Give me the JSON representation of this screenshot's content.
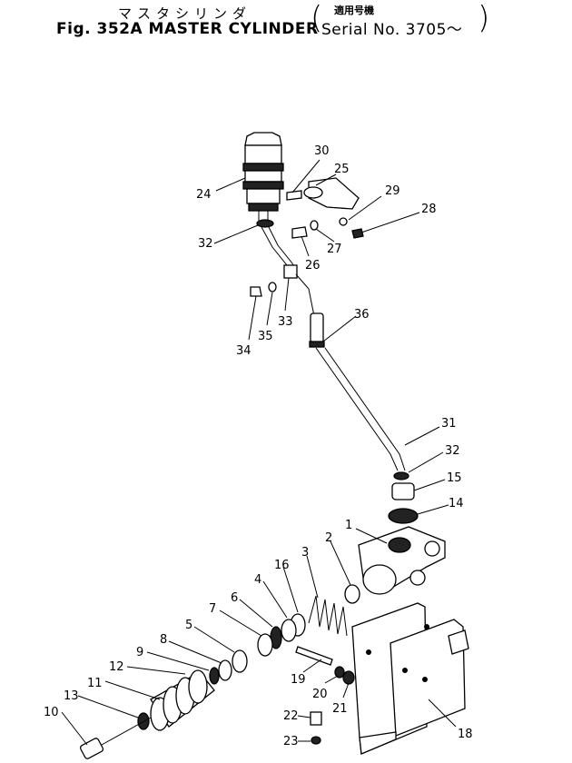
{
  "title": {
    "japanese": "マスタシリンダ",
    "english": "Fig. 352A MASTER CYLINDER",
    "serial_jp": "適用号機",
    "serial": "Serial No. 3705～"
  },
  "callouts": [
    "1",
    "2",
    "3",
    "4",
    "5",
    "6",
    "7",
    "8",
    "9",
    "10",
    "11",
    "12",
    "13",
    "14",
    "15",
    "16",
    "18",
    "19",
    "20",
    "21",
    "22",
    "23",
    "24",
    "25",
    "26",
    "27",
    "28",
    "29",
    "30",
    "31",
    "32",
    "33",
    "34",
    "35",
    "36"
  ]
}
